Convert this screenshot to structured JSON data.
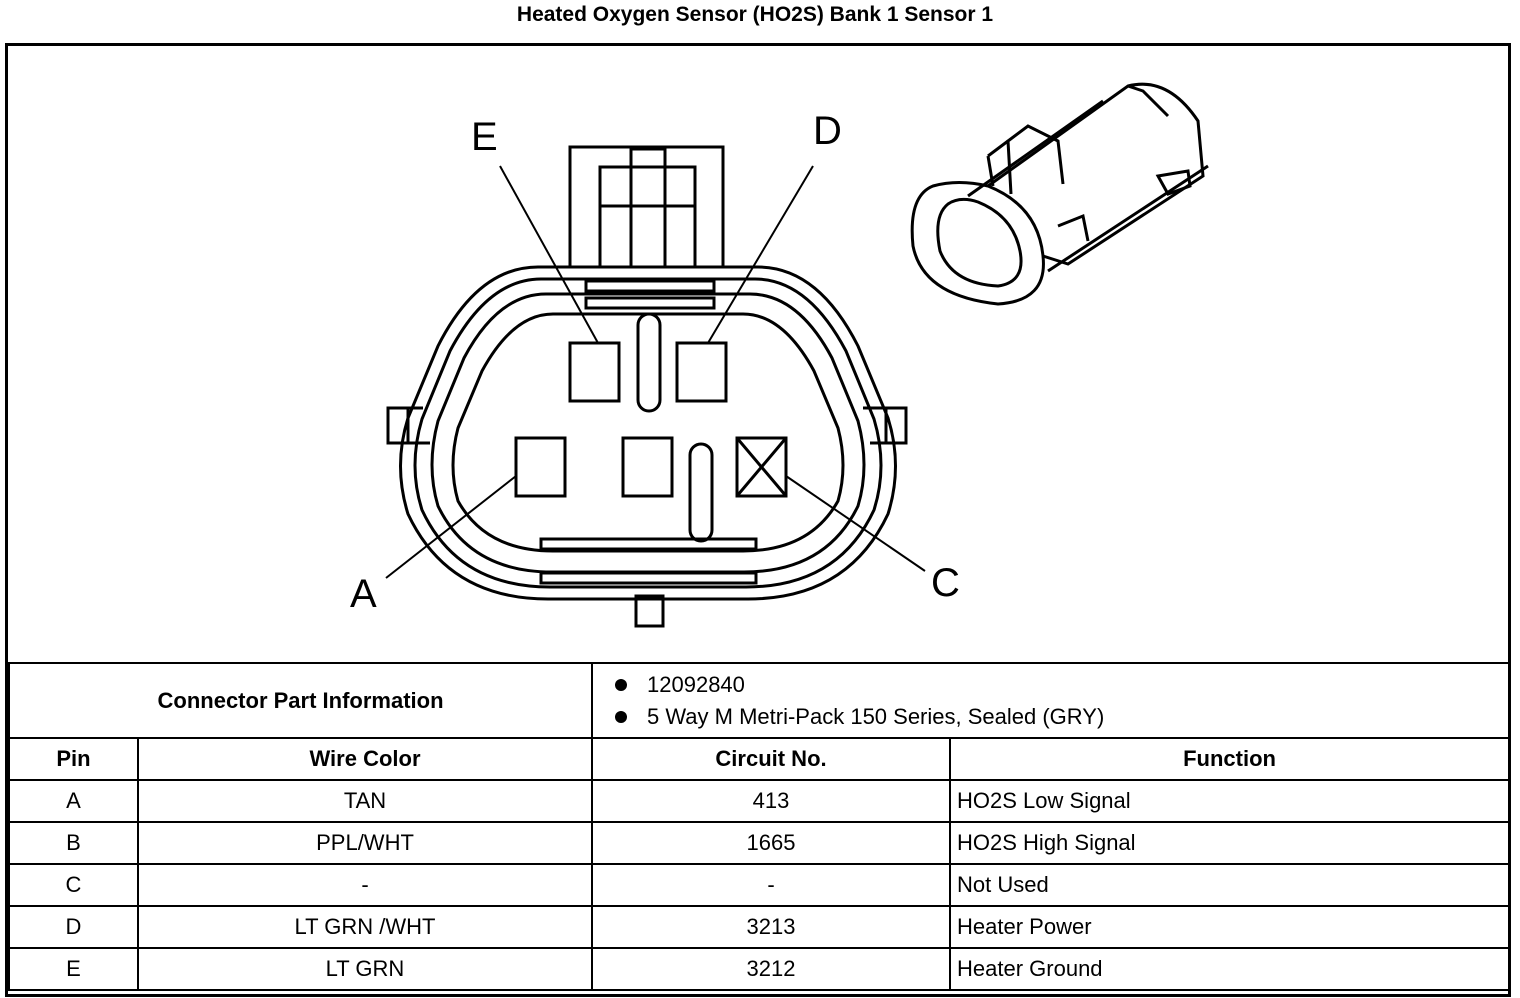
{
  "title": "Heated Oxygen Sensor (HO2S) Bank 1 Sensor 1",
  "diagram": {
    "pin_labels": [
      "E",
      "D",
      "A",
      "C"
    ],
    "icons": [
      "connector-face-icon",
      "connector-3d-icon"
    ]
  },
  "connector_info": {
    "label": "Connector Part Information",
    "items": [
      "12092840",
      "5 Way M Metri-Pack 150 Series, Sealed (GRY)"
    ]
  },
  "table": {
    "headers": [
      "Pin",
      "Wire Color",
      "Circuit No.",
      "Function"
    ],
    "rows": [
      [
        "A",
        "TAN",
        "413",
        "HO2S Low Signal"
      ],
      [
        "B",
        "PPL/WHT",
        "1665",
        "HO2S High Signal"
      ],
      [
        "C",
        "-",
        "-",
        "Not Used"
      ],
      [
        "D",
        "LT GRN /WHT",
        "3213",
        "Heater Power"
      ],
      [
        "E",
        "LT GRN",
        "3212",
        "Heater Ground"
      ]
    ]
  }
}
